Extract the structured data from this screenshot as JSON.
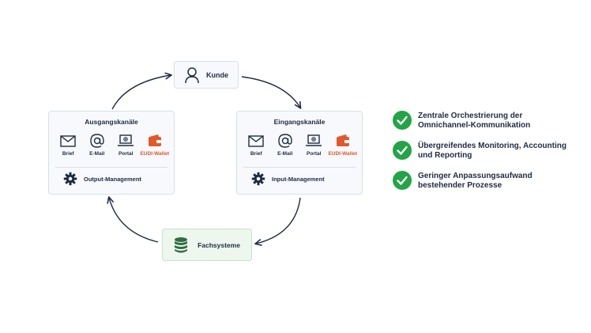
{
  "customer": {
    "label": "Kunde",
    "icon": "person-icon"
  },
  "outbound": {
    "title": "Ausgangskanäle",
    "channels": [
      {
        "label": "Brief",
        "icon": "envelope-icon"
      },
      {
        "label": "E-Mail",
        "icon": "at-icon"
      },
      {
        "label": "Portal",
        "icon": "laptop-icon"
      },
      {
        "label": "EUDI-Wallet",
        "icon": "wallet-icon"
      }
    ],
    "management": {
      "label": "Output-Management",
      "icon": "gear-icon"
    }
  },
  "inbound": {
    "title": "Eingangskanäle",
    "channels": [
      {
        "label": "Brief",
        "icon": "envelope-icon"
      },
      {
        "label": "E-Mail",
        "icon": "at-icon"
      },
      {
        "label": "Portal",
        "icon": "laptop-icon"
      },
      {
        "label": "EUDI-Wallet",
        "icon": "wallet-icon"
      }
    ],
    "management": {
      "label": "Input-Management",
      "icon": "gear-icon"
    }
  },
  "backend": {
    "label": "Fachsysteme",
    "icon": "database-icon"
  },
  "benefits": [
    {
      "text": "Zentrale Orchestrierung der Omnichannel-Kommunikation"
    },
    {
      "text": "Übergreifendes Monitoring, Accounting und Reporting"
    },
    {
      "text": "Geringer Anpassungsaufwand bestehender Prozesse"
    }
  ],
  "colors": {
    "navy": "#1f2a44",
    "wallet": "#e0582b",
    "check": "#22a447",
    "db": "#2f6e45",
    "panel_bg": "#f7f9fc",
    "backend_bg": "#edf7ed"
  }
}
